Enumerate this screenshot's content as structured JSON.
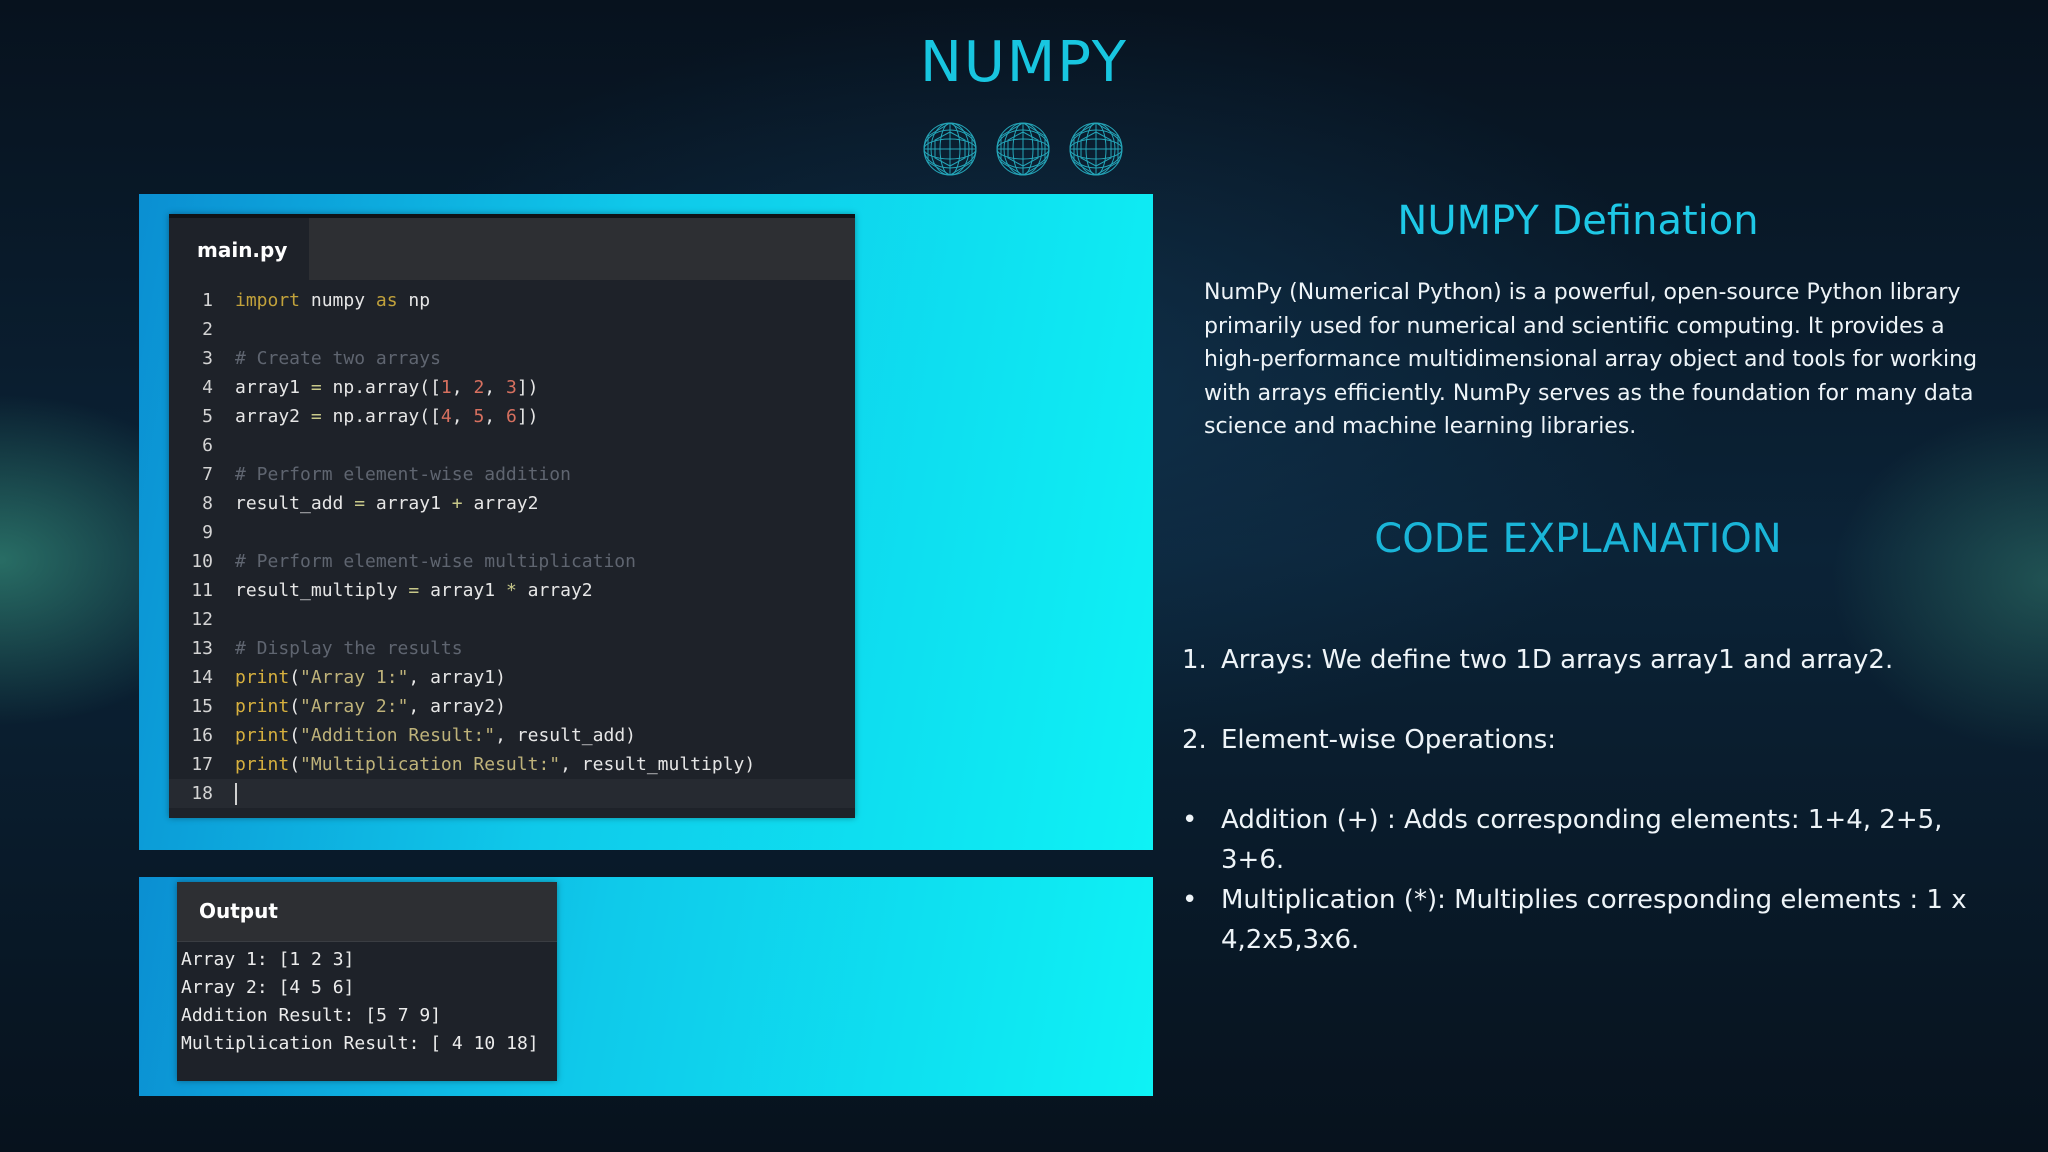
{
  "title": "NUMPY",
  "editor": {
    "tab_label": "main.py",
    "lines": [
      {
        "n": "1",
        "html": "<span class=\"kw\">import</span> numpy <span class=\"kw\">as</span> np"
      },
      {
        "n": "2",
        "html": ""
      },
      {
        "n": "3",
        "html": "<span class=\"cm\"># Create two arrays</span>"
      },
      {
        "n": "4",
        "html": "array1 <span class=\"op\">=</span> np.array([<span class=\"num\">1</span>, <span class=\"num\">2</span>, <span class=\"num\">3</span>])"
      },
      {
        "n": "5",
        "html": "array2 <span class=\"op\">=</span> np.array([<span class=\"num\">4</span>, <span class=\"num\">5</span>, <span class=\"num\">6</span>])"
      },
      {
        "n": "6",
        "html": ""
      },
      {
        "n": "7",
        "html": "<span class=\"cm\"># Perform element-wise addition</span>"
      },
      {
        "n": "8",
        "html": "result_add <span class=\"op\">=</span> array1 <span class=\"op\">+</span> array2"
      },
      {
        "n": "9",
        "html": ""
      },
      {
        "n": "10",
        "html": "<span class=\"cm\"># Perform element-wise multiplication</span>"
      },
      {
        "n": "11",
        "html": "result_multiply <span class=\"op\">=</span> array1 <span class=\"op\">*</span> array2"
      },
      {
        "n": "12",
        "html": ""
      },
      {
        "n": "13",
        "html": "<span class=\"cm\"># Display the results</span>"
      },
      {
        "n": "14",
        "html": "<span class=\"fn\">print</span>(<span class=\"str\">\"Array 1:\"</span>, array1)"
      },
      {
        "n": "15",
        "html": "<span class=\"fn\">print</span>(<span class=\"str\">\"Array 2:\"</span>, array2)"
      },
      {
        "n": "16",
        "html": "<span class=\"fn\">print</span>(<span class=\"str\">\"Addition Result:\"</span>, result_add)"
      },
      {
        "n": "17",
        "html": "<span class=\"fn\">print</span>(<span class=\"str\">\"Multiplication Result:\"</span>, result_multiply)"
      },
      {
        "n": "18",
        "html": "<span class=\"cursor\"></span>"
      }
    ]
  },
  "output": {
    "label": "Output",
    "lines": [
      "Array 1: [1 2 3]",
      "Array 2: [4 5 6]",
      "Addition Result: [5 7 9]",
      "Multiplication Result: [ 4 10 18]"
    ]
  },
  "definition": {
    "heading": "NUMPY Defination",
    "body": "NumPy (Numerical Python) is a powerful, open-source Python library primarily used for numerical and scientific computing. It provides a high-performance multidimensional array object and tools for working with arrays efficiently. NumPy serves as the foundation for many data science and machine learning libraries."
  },
  "explanation": {
    "heading": "CODE EXPLANATION",
    "items": [
      {
        "marker": "1.",
        "text": "Arrays: We define two 1D arrays array1 and array2."
      },
      {
        "marker": "2.",
        "text": "Element-wise Operations:"
      },
      {
        "marker": "•",
        "text": "Addition (+) : Adds corresponding elements:  1+4, 2+5, 3+6."
      },
      {
        "marker": "•",
        "text": "Multiplication (*): Multiplies corresponding elements : 1 x 4,2x5,3x6."
      }
    ]
  },
  "colors": {
    "accent": "#18c6e0",
    "panel_gradient_start": "#0b8fd2",
    "panel_gradient_end": "#0ef2f5",
    "editor_background": "#1e2229"
  },
  "icons": [
    "globe-icon",
    "globe-icon",
    "globe-icon"
  ]
}
